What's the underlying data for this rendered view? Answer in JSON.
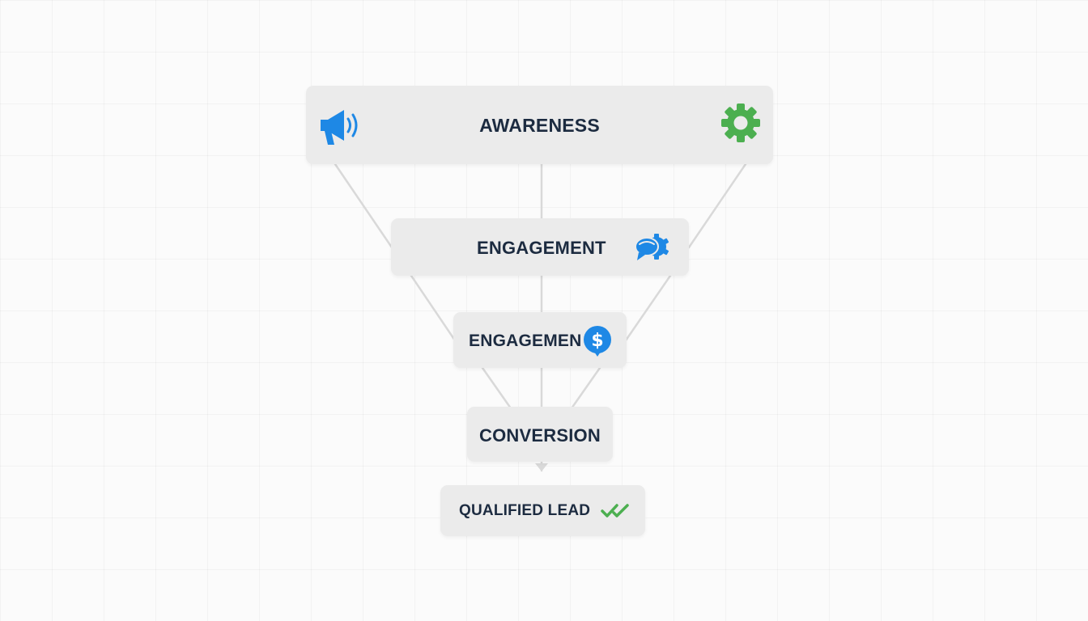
{
  "colors": {
    "icon_blue": "#1e88e5",
    "icon_green": "#4caf50",
    "text_dark": "#1c2b40",
    "box_fill": "#ebebeb",
    "connector": "#d6d6d6"
  },
  "funnel": {
    "stages": [
      {
        "label": "AWARENESS",
        "icons": [
          "megaphone-icon",
          "gear-icon"
        ]
      },
      {
        "label": "ENGAGEMENT",
        "icons": [
          "chat-gear-icon"
        ]
      },
      {
        "label": "ENGAGEMEN",
        "icons": [
          "dollar-coin-icon"
        ]
      },
      {
        "label": "CONVERSION",
        "icons": []
      },
      {
        "label": "QUALIFIED LEAD",
        "icons": [
          "double-check-icon"
        ]
      }
    ]
  }
}
